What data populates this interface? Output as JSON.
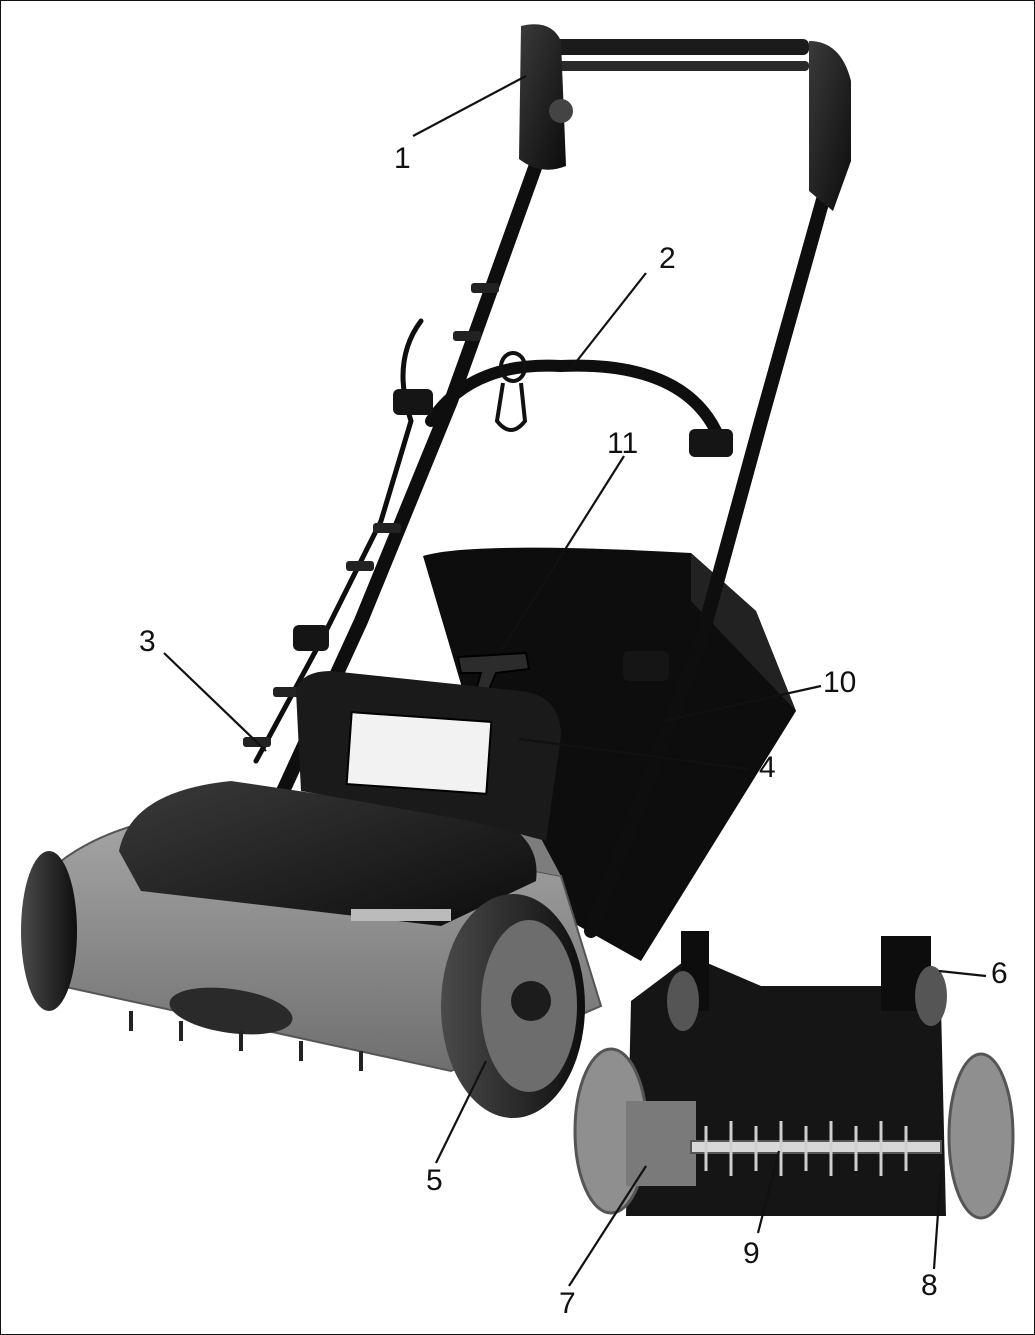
{
  "callouts": [
    {
      "id": "c1",
      "text": "1"
    },
    {
      "id": "c2",
      "text": "2"
    },
    {
      "id": "c3",
      "text": "3"
    },
    {
      "id": "c4",
      "text": "4"
    },
    {
      "id": "c5",
      "text": "5"
    },
    {
      "id": "c6",
      "text": "6"
    },
    {
      "id": "c7",
      "text": "7"
    },
    {
      "id": "c8",
      "text": "8"
    },
    {
      "id": "c9",
      "text": "9"
    },
    {
      "id": "c10",
      "text": "10"
    },
    {
      "id": "c11",
      "text": "11"
    }
  ],
  "colors": {
    "body_grey": "#8e8e8e",
    "plastic_dark": "#1c1c1c",
    "bag_black": "#0e0e0e",
    "line": "#111111"
  }
}
